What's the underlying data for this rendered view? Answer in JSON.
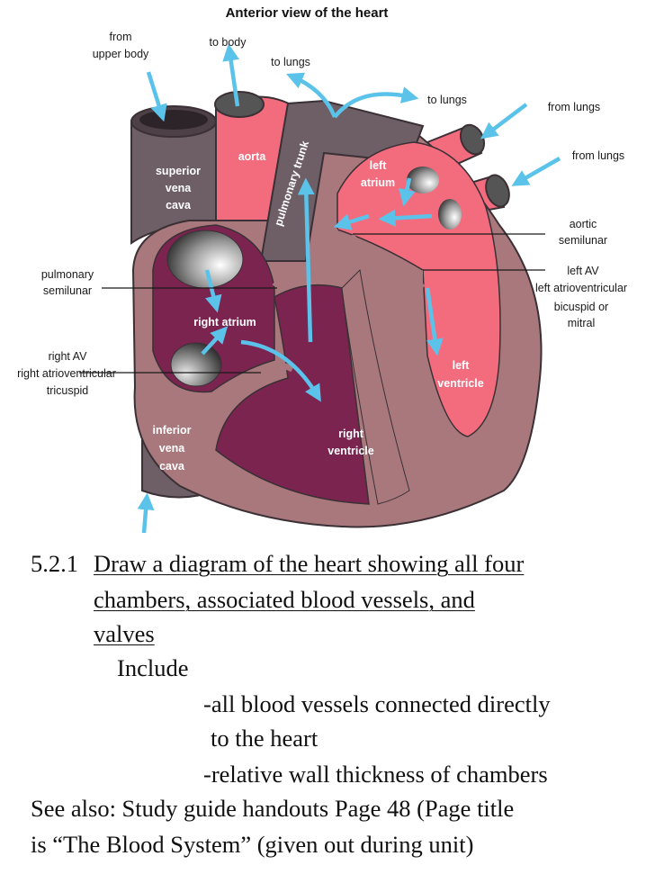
{
  "diagram": {
    "title": "Anterior view of the heart",
    "labels": {
      "from_upper_body_1": "from",
      "from_upper_body_2": "upper body",
      "to_body": "to body",
      "to_lungs_1": "to lungs",
      "to_lungs_2": "to lungs",
      "from_lungs_1": "from lungs",
      "from_lungs_2": "from lungs",
      "svc_1": "superior",
      "svc_2": "vena",
      "svc_3": "cava",
      "aorta": "aorta",
      "pulmonary_trunk": "pulmonary trunk",
      "left_atrium_1": "left",
      "left_atrium_2": "atrium",
      "aortic_1": "aortic",
      "aortic_2": "semilunar",
      "pulm_semi_1": "pulmonary",
      "pulm_semi_2": "semilunar",
      "right_atrium": "right atrium",
      "left_av_1": "left AV",
      "left_av_2": "left atrioventricular",
      "left_av_3": "bicuspid or",
      "left_av_4": "mitral",
      "right_av_1": "right AV",
      "right_av_2": "right atrioventricular",
      "right_av_3": "tricuspid",
      "left_ventricle_1": "left",
      "left_ventricle_2": "ventricle",
      "ivc_1": "inferior",
      "ivc_2": "vena",
      "ivc_3": "cava",
      "right_ventricle_1": "right",
      "right_ventricle_2": "ventricle"
    }
  },
  "objective": {
    "number": "5.2.1",
    "heading_line1": "Draw a diagram of the heart showing all four",
    "heading_line2": "chambers, associated blood vessels, and",
    "heading_line3": "valves",
    "include": "Include",
    "item1_line1": "-all blood vessels connected directly",
    "item1_line2": "to the heart",
    "item2": "-relative wall thickness of chambers",
    "see_also_line1": "See also: Study guide handouts Page 48 (Page title",
    "see_also_line2": "is “The Blood System” (given out during unit)"
  },
  "colors": {
    "vessel_gray": "#6e5f66",
    "heart_wall": "#a8787c",
    "left_chamber": "#f26c7e",
    "right_chamber": "#7c2450",
    "arrow_blue": "#5bc3ea"
  }
}
